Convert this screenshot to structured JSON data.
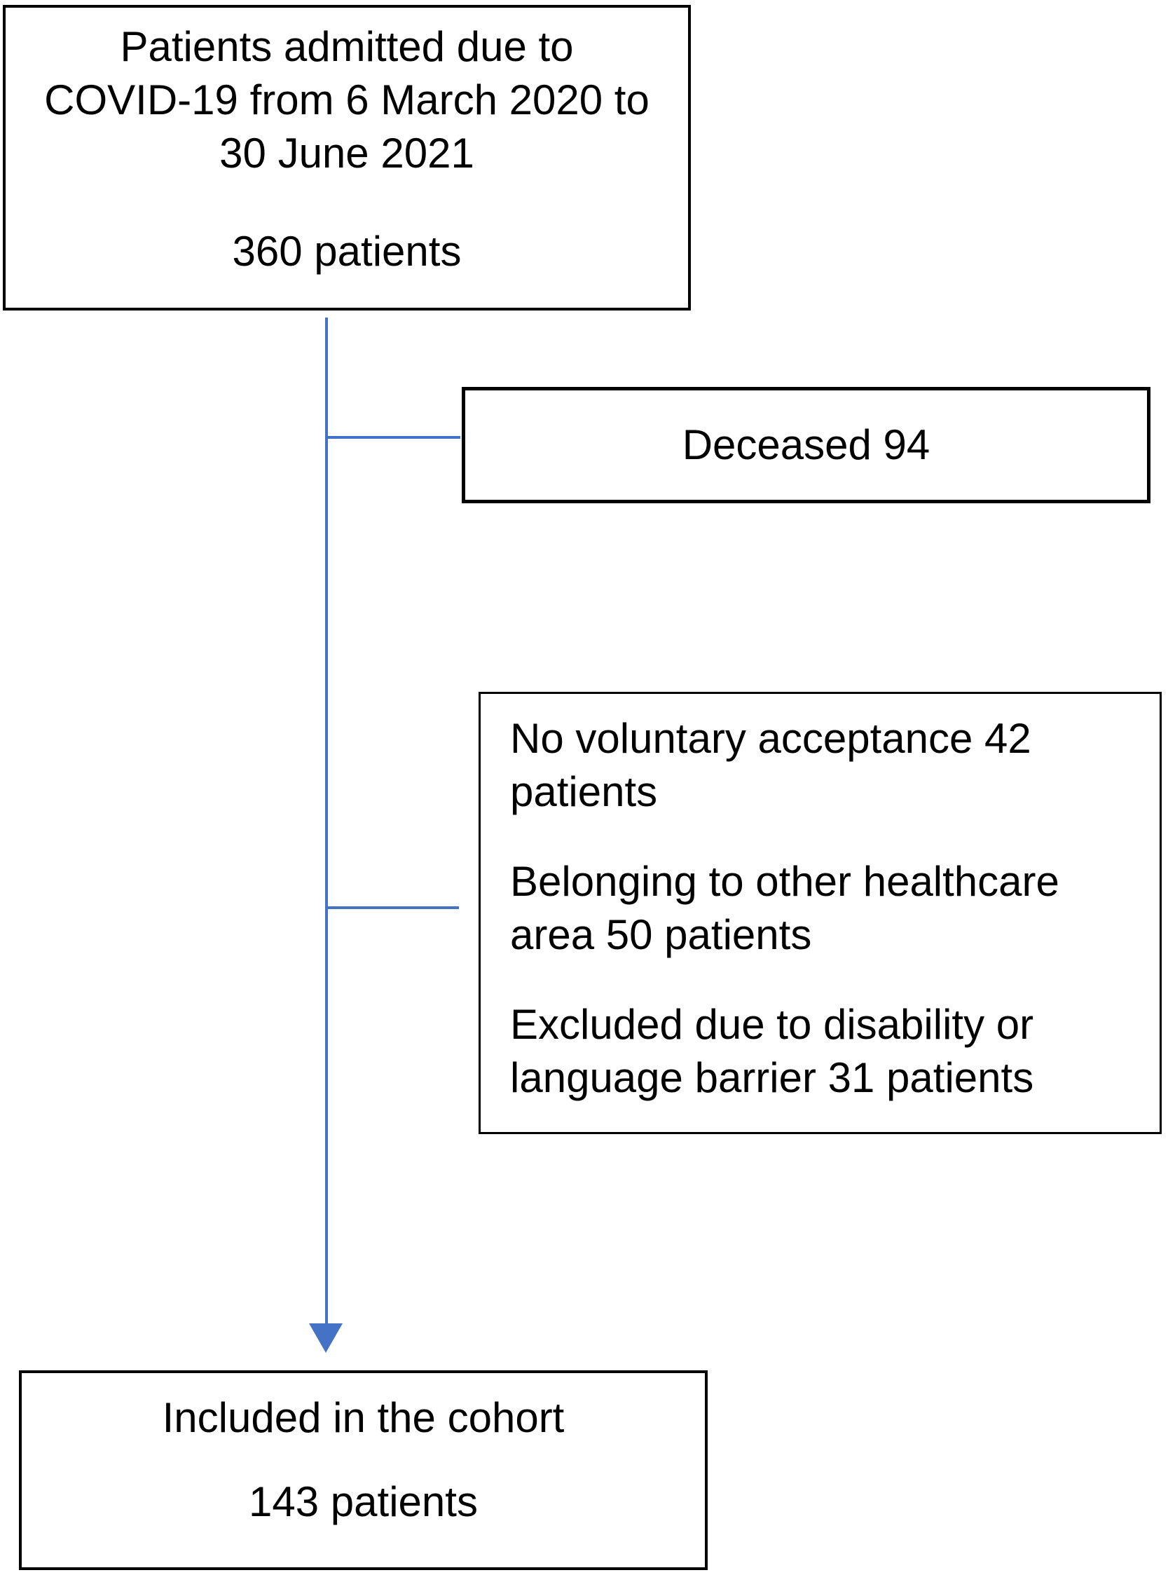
{
  "diagram": {
    "type": "patient-flow-chart",
    "accent_color": "#4472C4",
    "border_color": "#000000",
    "boxes": {
      "initial": {
        "lines": [
          "Patients admitted due to",
          "COVID-19 from 6 March 2020 to",
          "30 June 2021"
        ],
        "count_line": "360 patients"
      },
      "deceased": {
        "label": "Deceased 94"
      },
      "exclusions": {
        "items": [
          "No voluntary acceptance 42 patients",
          "Belonging to other healthcare area 50 patients",
          "Excluded due to disability or language barrier 31 patients"
        ]
      },
      "included": {
        "title": "Included in the cohort",
        "count_line": "143 patients"
      }
    }
  }
}
